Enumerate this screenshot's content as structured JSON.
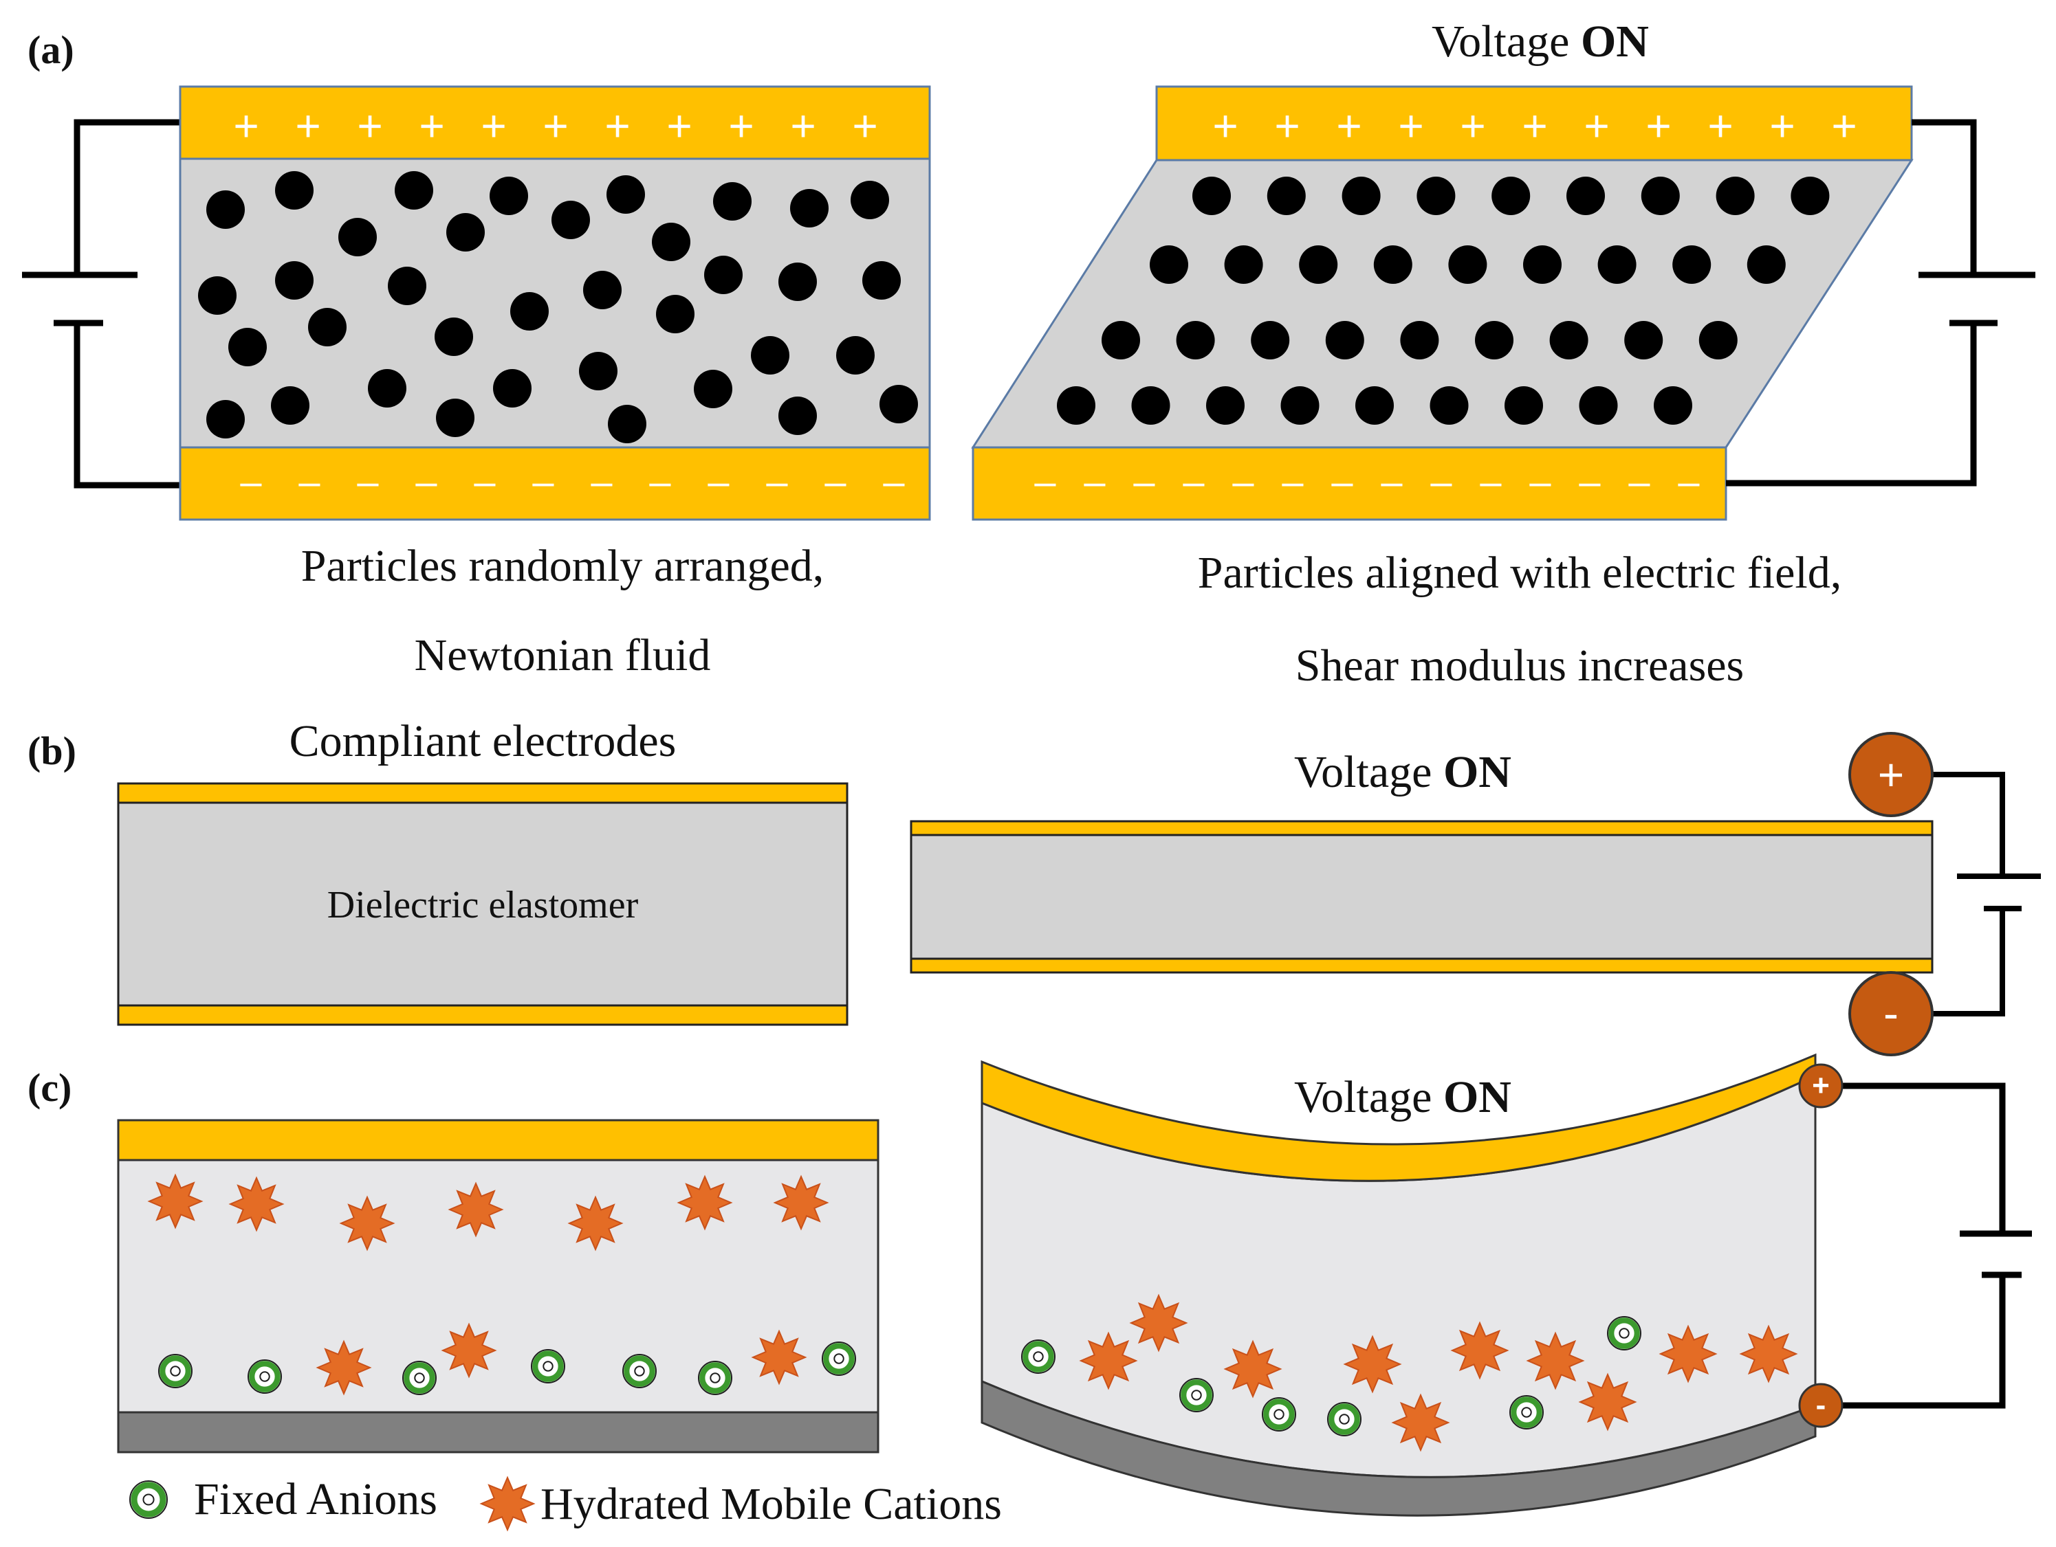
{
  "colors": {
    "electrode": "#FFC000",
    "electrode_edge": "#B8860B",
    "medium": "#D3D3D3",
    "medium_light": "#E7E7E9",
    "base_dark": "#808080",
    "particle": "#000000",
    "cation": "#E46C25",
    "anion_ring": "#3C9A2E",
    "terminal": "#C55A11",
    "wire": "#000000"
  },
  "panel_a": {
    "label": "(a)",
    "voltage_on_text": "Voltage ",
    "voltage_on_bold": "ON",
    "plus_symbol": "+",
    "minus_symbol": "–",
    "left_caption_line1": "Particles randomly arranged,",
    "left_caption_line2": "Newtonian fluid",
    "right_caption_line1": "Particles aligned with electric field,",
    "right_caption_line2": "Shear modulus increases",
    "icons": [
      "battery-icon",
      "particle-icon"
    ]
  },
  "panel_b": {
    "label": "(b)",
    "compliant_electrodes_label": "Compliant electrodes",
    "dielectric_label": "Dielectric elastomer",
    "voltage_on_text": "Voltage ",
    "voltage_on_bold": "ON",
    "terminal_plus": "+",
    "terminal_minus": "-"
  },
  "panel_c": {
    "label": "(c)",
    "voltage_on_text": "Voltage ",
    "voltage_on_bold": "ON",
    "terminal_plus": "+",
    "terminal_minus": "-"
  },
  "legend": {
    "fixed_anions": "Fixed Anions",
    "mobile_cations": "Hydrated Mobile Cations",
    "icons": [
      "anion-icon",
      "cation-icon"
    ]
  }
}
